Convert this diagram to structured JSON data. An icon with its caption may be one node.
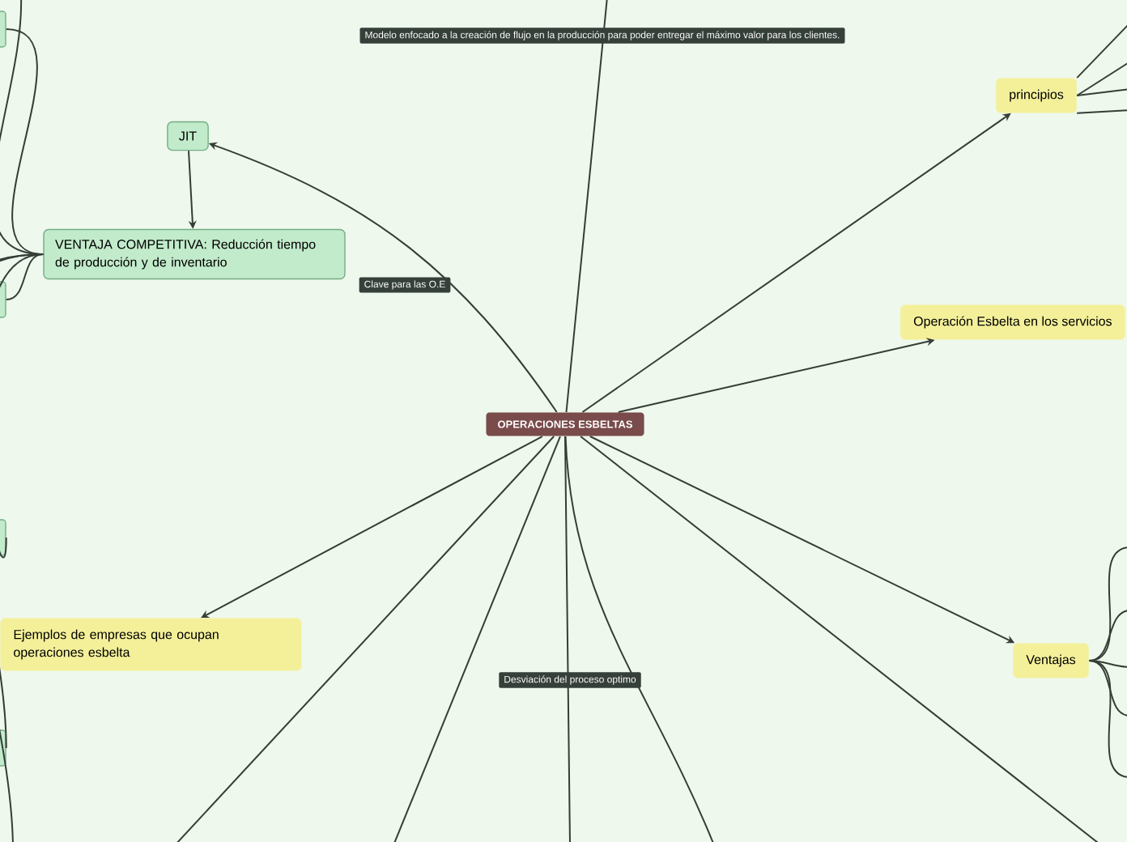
{
  "diagram": {
    "nodes": [
      {
        "text": [
          "OPERACIONES ESBELTAS"
        ]
      },
      {
        "text": [
          "JIT"
        ]
      },
      {
        "text": [
          "VENTAJA COMPETITIVA: Reducción tiempo de producción y de inventario"
        ]
      },
      {
        "text": [
          "principios"
        ]
      },
      {
        "text": [
          "Operación Esbelta en los servicios"
        ]
      },
      {
        "text": [
          "Ejemplos de empresas que ocupan operaciones esbelta"
        ]
      },
      {
        "text": [
          "Ventajas"
        ]
      },
      {
        "text": [],
        "shape": "box"
      },
      {
        "text": [],
        "shape": "box"
      },
      {
        "text": [],
        "shape": "box"
      },
      {
        "text": [],
        "shape": "box"
      }
    ],
    "edges": [
      {
        "from": 0,
        "to": 1,
        "arrow": "to",
        "label": "Clave para las O.E"
      },
      {
        "from": 1,
        "to": 2,
        "arrow": "to"
      },
      {
        "from": 0,
        "to": 3,
        "arrow": "to"
      },
      {
        "from": 0,
        "to": 4,
        "arrow": "to"
      },
      {
        "from": 0,
        "to": 5,
        "arrow": "to"
      },
      {
        "from": 0,
        "to": 6,
        "arrow": "to"
      },
      {
        "from": 0,
        "to": null,
        "arrow": "none",
        "label": "Modelo enfocado a la creación de flujo en la producción para poder entregar el máximo valor para los clientes."
      },
      {
        "from": 0,
        "to": null,
        "arrow": "none",
        "label": "Desviación del proceso optimo"
      },
      {
        "from": 0,
        "to": null,
        "arrow": "none"
      },
      {
        "from": 0,
        "to": null,
        "arrow": "none"
      },
      {
        "from": 0,
        "to": null,
        "arrow": "none"
      },
      {
        "from": 0,
        "to": null,
        "arrow": "none"
      },
      {
        "from": 3,
        "to": null,
        "arrow": "none"
      },
      {
        "from": 3,
        "to": null,
        "arrow": "none"
      },
      {
        "from": 3,
        "to": null,
        "arrow": "none"
      },
      {
        "from": 3,
        "to": null,
        "arrow": "none"
      },
      {
        "from": 6,
        "to": null,
        "arrow": "none"
      },
      {
        "from": 6,
        "to": null,
        "arrow": "none"
      },
      {
        "from": 6,
        "to": null,
        "arrow": "none"
      },
      {
        "from": 6,
        "to": null,
        "arrow": "none"
      },
      {
        "from": 6,
        "to": null,
        "arrow": "none"
      },
      {
        "from": 2,
        "to": 7,
        "arrow": "none"
      },
      {
        "from": 2,
        "to": 8,
        "arrow": "none"
      },
      {
        "from": 2,
        "to": 9,
        "arrow": "none"
      },
      {
        "from": 2,
        "to": 10,
        "arrow": "none"
      },
      {
        "from": 2,
        "to": null,
        "arrow": "none"
      },
      {
        "from": 2,
        "to": null,
        "arrow": "none"
      }
    ]
  }
}
